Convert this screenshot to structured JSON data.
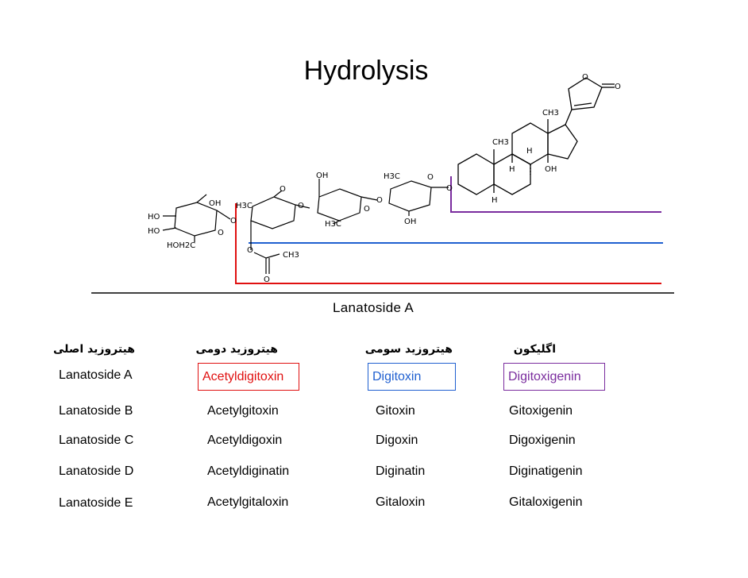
{
  "title": "Hydrolysis",
  "caption": "Lanatoside  A",
  "headers": [
    "هیتروزید اصلی",
    "هیتروزید دومی",
    "هیتروزید سومی",
    "اگلیکون"
  ],
  "rows": [
    [
      "Lanatoside  A",
      "Acetyldigitoxin",
      "Digitoxin",
      "Digitoxigenin"
    ],
    [
      "Lanatoside B",
      "Acetylgitoxin",
      "Gitoxin",
      "Gitoxigenin"
    ],
    [
      "Lanatoside C",
      "Acetyldigoxin",
      "Digoxin",
      "Digoxigenin"
    ],
    [
      "Lanatoside D",
      "Acetyldiginatin",
      "Diginatin",
      "Diginatigenin"
    ],
    [
      "Lanatoside E",
      "Acetylgitaloxin",
      "Gitaloxin",
      "Gitaloxigenin"
    ]
  ],
  "colors": {
    "acetyl": "#e01010",
    "digitoxin": "#1f5fd0",
    "aglycone": "#7a2c9e"
  },
  "structure": {
    "atoms": [
      "O",
      "OH",
      "HO",
      "H3C",
      "CH3",
      "HOH2C",
      "H",
      "OH"
    ],
    "CH3": "CH3",
    "H3C": "H3C",
    "HOH2C": "HOH2C",
    "O": "O",
    "OH": "OH",
    "HO": "HO",
    "H": "H"
  }
}
